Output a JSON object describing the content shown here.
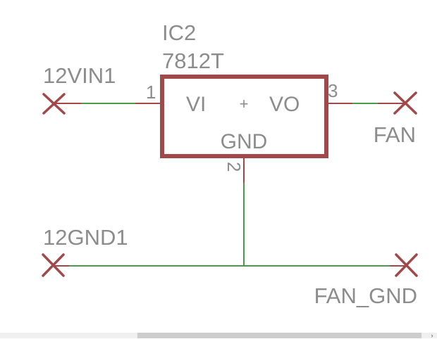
{
  "schematic": {
    "part": {
      "name": "IC2",
      "value": "7812T",
      "pins": {
        "in_label": "VI",
        "out_label": "VO",
        "gnd_label": "GND",
        "pin_in_num": "1",
        "pin_out_num": "3",
        "pin_gnd_num": "2",
        "origin_mark": "+"
      }
    },
    "nets": [
      {
        "label": "12VIN1"
      },
      {
        "label": "FAN"
      },
      {
        "label": "12GND1"
      },
      {
        "label": "FAN_GND"
      }
    ],
    "colors": {
      "symbol": "#a0484a",
      "wire": "#4a9a4a",
      "text": "#8c8c8c",
      "origin": "#888888"
    }
  },
  "scrollbar": {
    "arrow": "›"
  }
}
